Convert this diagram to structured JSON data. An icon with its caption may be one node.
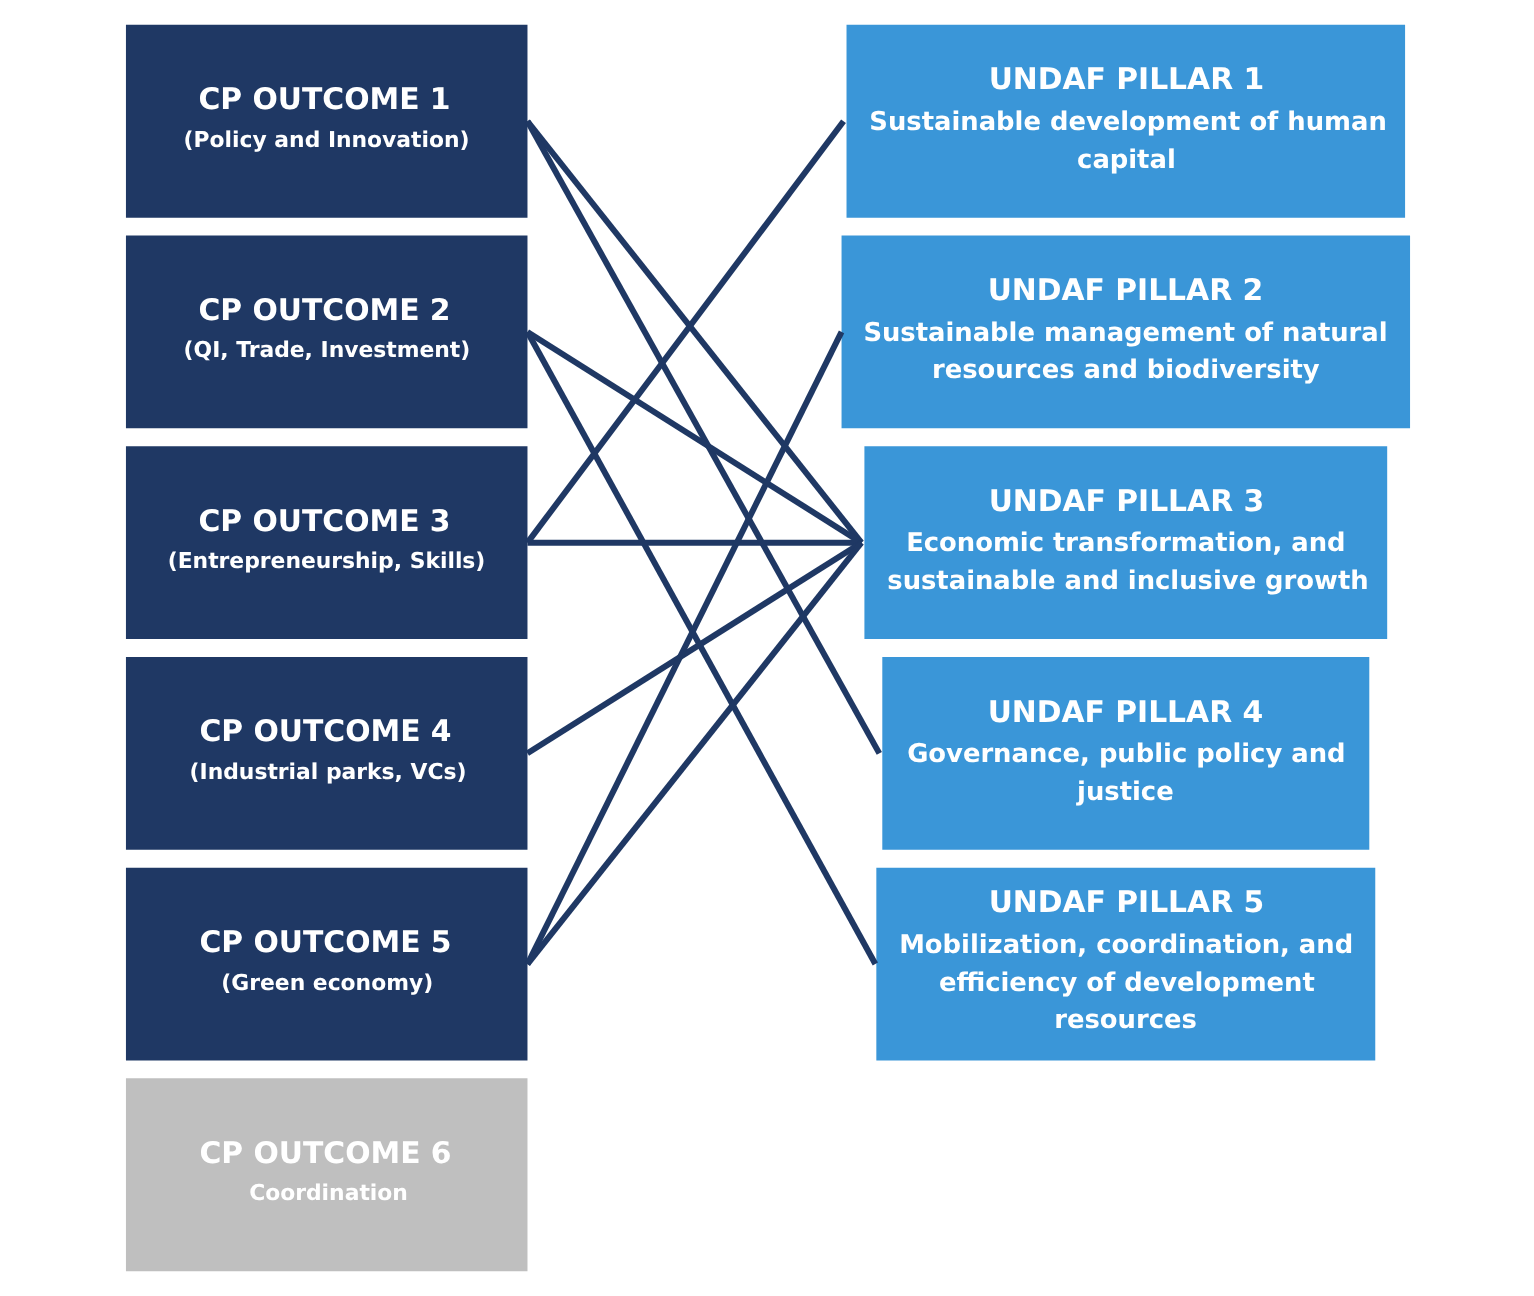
{
  "diagram": {
    "nodes": [
      {
        "text": [
          "CP OUTCOME 1",
          "(Policy and Innovation)"
        ]
      },
      {
        "text": [
          "CP OUTCOME 2",
          "(QI, Trade, Investment)"
        ]
      },
      {
        "text": [
          "CP OUTCOME 3",
          "(Entrepreneurship, Skills)"
        ]
      },
      {
        "text": [
          "CP OUTCOME 4",
          "(Industrial parks, VCs)"
        ]
      },
      {
        "text": [
          "CP OUTCOME 5",
          "(Green economy)"
        ]
      },
      {
        "text": [
          "CP OUTCOME 6",
          "Coordination"
        ]
      },
      {
        "text": [
          "UNDAF PILLAR 1",
          "Sustainable development of human capital"
        ]
      },
      {
        "text": [
          "UNDAF PILLAR 2",
          "Sustainable management of natural resources and biodiversity"
        ]
      },
      {
        "text": [
          "UNDAF PILLAR 3",
          "Economic transformation, and sustainable and inclusive growth"
        ]
      },
      {
        "text": [
          "UNDAF PILLAR 4",
          "Governance, public policy and justice"
        ]
      },
      {
        "text": [
          "UNDAF PILLAR 5",
          "Mobilization, coordination, and efficiency of development resources"
        ]
      }
    ],
    "edges": [
      {
        "from": 0,
        "to": 8,
        "arrow": "none"
      },
      {
        "from": 0,
        "to": 9,
        "arrow": "none"
      },
      {
        "from": 1,
        "to": 8,
        "arrow": "none"
      },
      {
        "from": 1,
        "to": 10,
        "arrow": "none"
      },
      {
        "from": 2,
        "to": 6,
        "arrow": "none"
      },
      {
        "from": 2,
        "to": 8,
        "arrow": "none"
      },
      {
        "from": 3,
        "to": 8,
        "arrow": "none"
      },
      {
        "from": 4,
        "to": 7,
        "arrow": "none"
      },
      {
        "from": 4,
        "to": 8,
        "arrow": "none"
      }
    ]
  }
}
